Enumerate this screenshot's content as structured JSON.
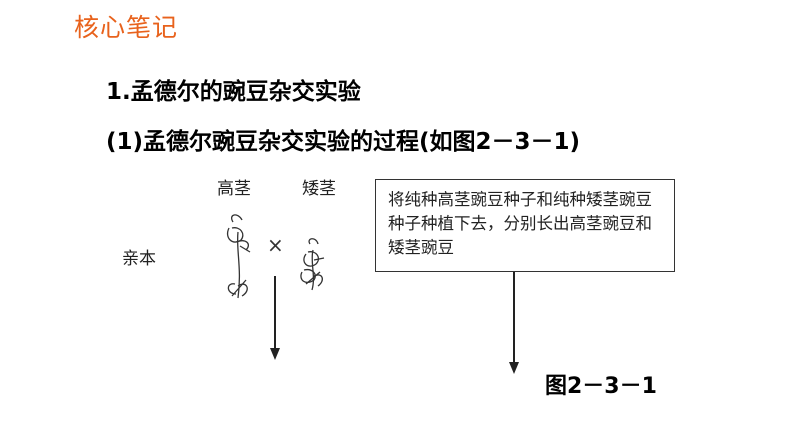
{
  "header": {
    "title": "核心笔记"
  },
  "section": {
    "heading": "1.孟德尔的豌豆杂交实验",
    "subheading": "(1)孟德尔豌豆杂交实验的过程(如图2－3－1)"
  },
  "figure": {
    "labels": {
      "tall": "高茎",
      "dwarf": "矮茎",
      "parent": "亲本",
      "cross_symbol": "×"
    },
    "note_text": "将纯种高茎豌豆种子和纯种矮茎豌豆种子种植下去，分别长出高茎豌豆和矮茎豌豆",
    "caption": "图2－3－1"
  },
  "colors": {
    "accent": "#e8621c",
    "line": "#222222"
  }
}
